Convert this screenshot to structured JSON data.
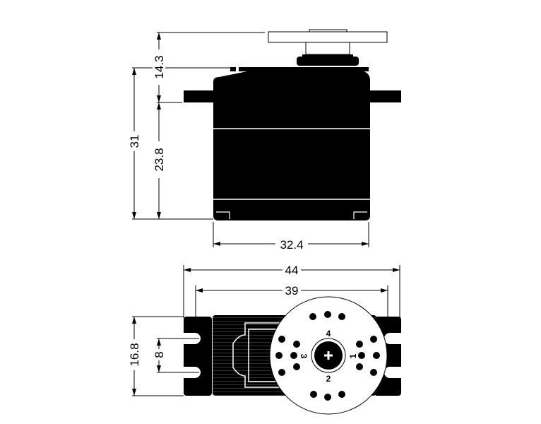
{
  "top_view": {
    "dimensions": {
      "horn_height": "14.3",
      "total_height": "31",
      "body_height": "23.8",
      "body_width": "32.4"
    }
  },
  "bottom_view": {
    "dimensions": {
      "overall_length": "44",
      "mount_hole_spacing": "39",
      "flange_height": "16.8",
      "hole_pitch": "8"
    },
    "horn_arm_labels": [
      "1",
      "2",
      "3",
      "4"
    ]
  }
}
